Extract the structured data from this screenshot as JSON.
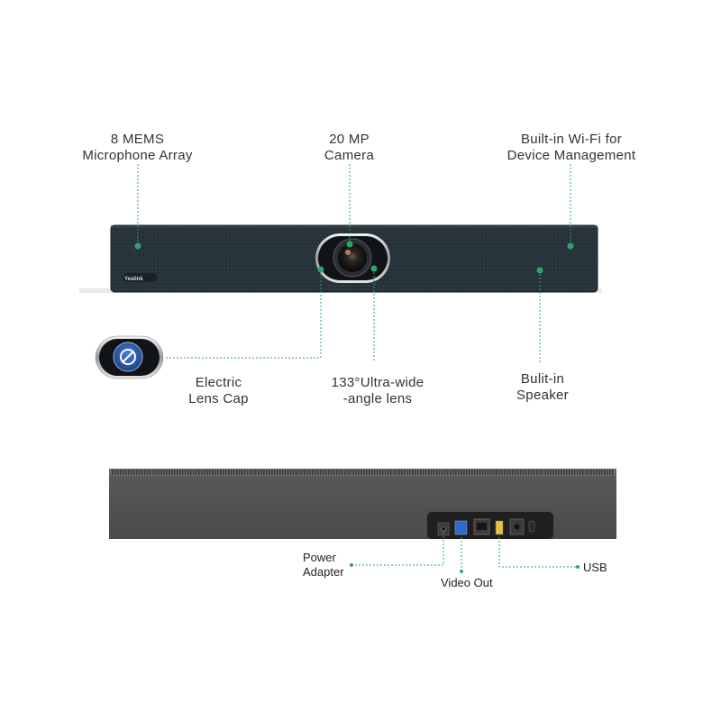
{
  "callouts_top": {
    "mics": [
      "8 MEMS",
      "Microphone Array"
    ],
    "camera": [
      "20 MP",
      "Camera"
    ],
    "wifi": [
      "Built-in Wi-Fi for",
      "Device Management"
    ]
  },
  "callouts_mid": {
    "lens_cap": [
      "Electric",
      "Lens Cap"
    ],
    "lens": [
      "133°Ultra-wide",
      "-angle lens"
    ],
    "speaker": [
      "Bulit-in",
      "Speaker"
    ]
  },
  "device": {
    "brand": "Yealink"
  },
  "ports": {
    "power": [
      "Power",
      "Adapter"
    ],
    "video": "Video Out",
    "usb": "USB"
  },
  "colors": {
    "accent": "#2fa36b",
    "fabric": "#253137",
    "rear_panel": "#555555"
  }
}
